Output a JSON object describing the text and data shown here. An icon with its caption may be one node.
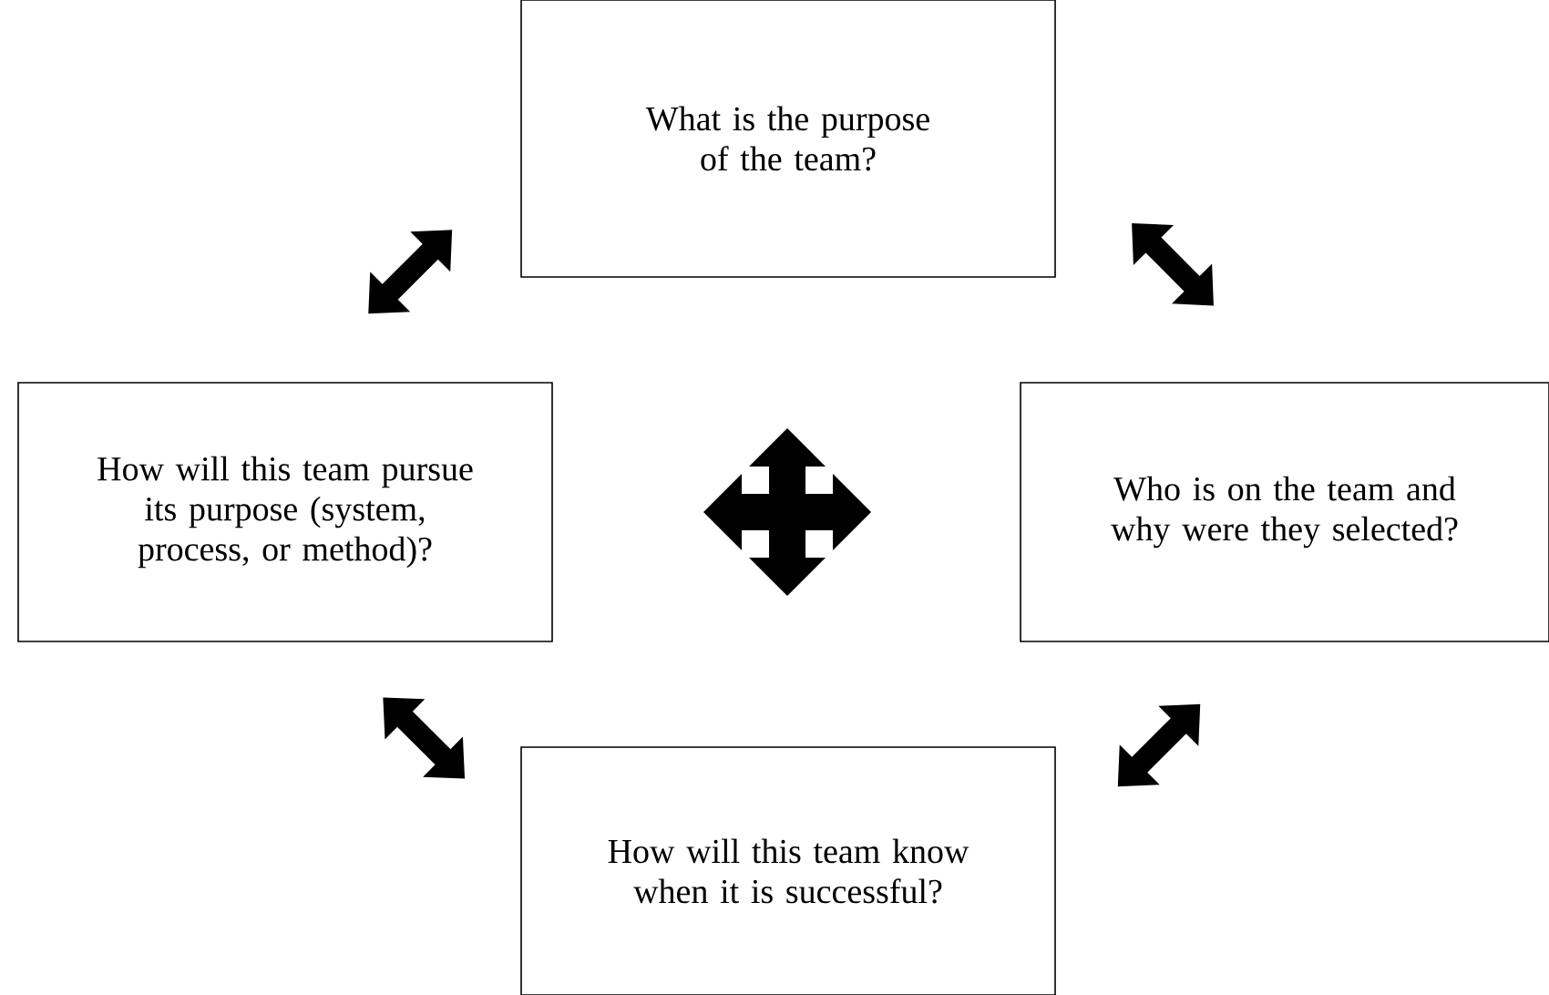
{
  "diagram": {
    "nodes": [
      {
        "text": [
          "What is the purpose of the team?"
        ]
      },
      {
        "text": [
          "How will this team pursue its purpose (system, process, or method)?"
        ]
      },
      {
        "text": [
          "Who is on the team and why were they selected?"
        ]
      },
      {
        "text": [
          "How will this team know when it is successful?"
        ]
      }
    ],
    "edges": [
      {
        "from": 1,
        "to": 0,
        "arrow": "both"
      },
      {
        "from": 0,
        "to": 2,
        "arrow": "both"
      },
      {
        "from": 1,
        "to": 3,
        "arrow": "both"
      },
      {
        "from": 2,
        "to": 3,
        "arrow": "both"
      }
    ]
  }
}
